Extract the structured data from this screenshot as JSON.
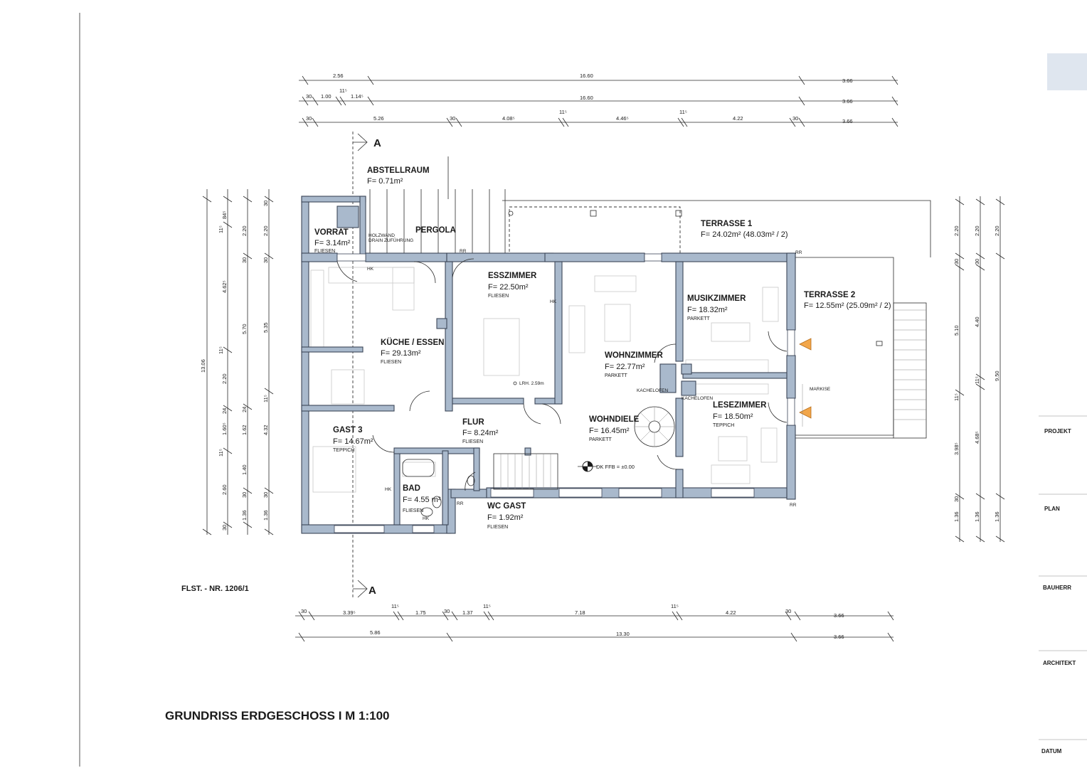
{
  "drawing": {
    "title": "GRUNDRISS ERDGESCHOSS I M 1:100",
    "parcel": "FLST. - NR. 1206/1",
    "section_marker": "A",
    "floor_level": "DK FFB = ±0.00",
    "stove_label": "KACHELOFEN",
    "awning_label": "MARKISE",
    "heating_label": "HK",
    "downpipe_label": "RR",
    "ceiling_height": "LRH. 2.59m",
    "hole_note_1": "HOLZWAND",
    "hole_note_2": "DRAIN ZUFÜHRUNG"
  },
  "rooms": [
    {
      "name": "ABSTELLRAUM",
      "area": "F= 0.71m²",
      "finish": ""
    },
    {
      "name": "PERGOLA",
      "area": "",
      "finish": ""
    },
    {
      "name": "VORRAT",
      "area": "F= 3.14m²",
      "finish": "FLIESEN"
    },
    {
      "name": "TERRASSE 1",
      "area": "F= 24.02m² (48.03m² / 2)",
      "finish": ""
    },
    {
      "name": "ESSZIMMER",
      "area": "F= 22.50m²",
      "finish": "FLIESEN"
    },
    {
      "name": "MUSIKZIMMER",
      "area": "F= 18.32m²",
      "finish": "PARKETT"
    },
    {
      "name": "TERRASSE 2",
      "area": "F= 12.55m² (25.09m² / 2)",
      "finish": ""
    },
    {
      "name": "KÜCHE / ESSEN",
      "area": "F= 29.13m²",
      "finish": "FLIESEN"
    },
    {
      "name": "WOHNZIMMER",
      "area": "F= 22.77m²",
      "finish": "PARKETT"
    },
    {
      "name": "LESEZIMMER",
      "area": "F= 18.50m²",
      "finish": "TEPPICH"
    },
    {
      "name": "FLUR",
      "area": "F= 8.24m²",
      "finish": "FLIESEN"
    },
    {
      "name": "WOHNDIELE",
      "area": "F= 16.45m²",
      "finish": "PARKETT"
    },
    {
      "name": "GAST 3",
      "area": "F= 14.67m²",
      "finish": "TEPPICH"
    },
    {
      "name": "BAD",
      "area": "F= 4.55 m²",
      "finish": "FLIESEN"
    },
    {
      "name": "WC GAST",
      "area": "F= 1.92m²",
      "finish": "FLIESEN"
    }
  ],
  "dimensions": {
    "top_row1": [
      "2.56",
      "16.60",
      "3.66"
    ],
    "top_row2": [
      "30",
      "1.00",
      "11⁵",
      "1.14⁵",
      "16.60",
      "3.66"
    ],
    "top_row3": [
      "30",
      "5.26",
      "30",
      "4.08⁵",
      "11⁵",
      "4.46⁵",
      "11⁵",
      "4.22",
      "30",
      "3.66"
    ],
    "bottom_row1": [
      "30",
      "3.39⁵",
      "11⁵",
      "1.75",
      "30",
      "1.37",
      "11⁵",
      "7.18",
      "11⁵",
      "4.22",
      "30",
      "3.66"
    ],
    "bottom_row2": [
      "5.86",
      "13.30",
      "3.66"
    ],
    "left_outer": [
      "13.06"
    ],
    "left_mid": [
      "11⁵",
      "4.62⁵",
      "11⁵",
      "2.20",
      "24",
      "1.60⁵",
      "11⁵",
      "2.60",
      "30"
    ],
    "left_col3": [
      "84⁵",
      "2.20",
      "30",
      "5.70",
      "24",
      "1.62",
      "1.40",
      "30",
      "1.36"
    ],
    "left_col4": [
      "30",
      "2.20",
      "30",
      "5.35",
      "11⁵",
      "4.32",
      "30",
      "1.36"
    ],
    "right_col1": [
      "2.20",
      "30",
      "5.10",
      "11⁵",
      "3.98⁵",
      "30",
      "1.36"
    ],
    "right_col2": [
      "2.20",
      "30",
      "4.40",
      "11⁵",
      "4.68⁵",
      "1.36"
    ],
    "right_col3": [
      "2.20",
      "9.50",
      "1.36"
    ]
  },
  "title_block": {
    "labels": [
      "PROJEKT",
      "PLAN",
      "BAUHERR",
      "ARCHITEKT",
      "DATUM"
    ]
  }
}
